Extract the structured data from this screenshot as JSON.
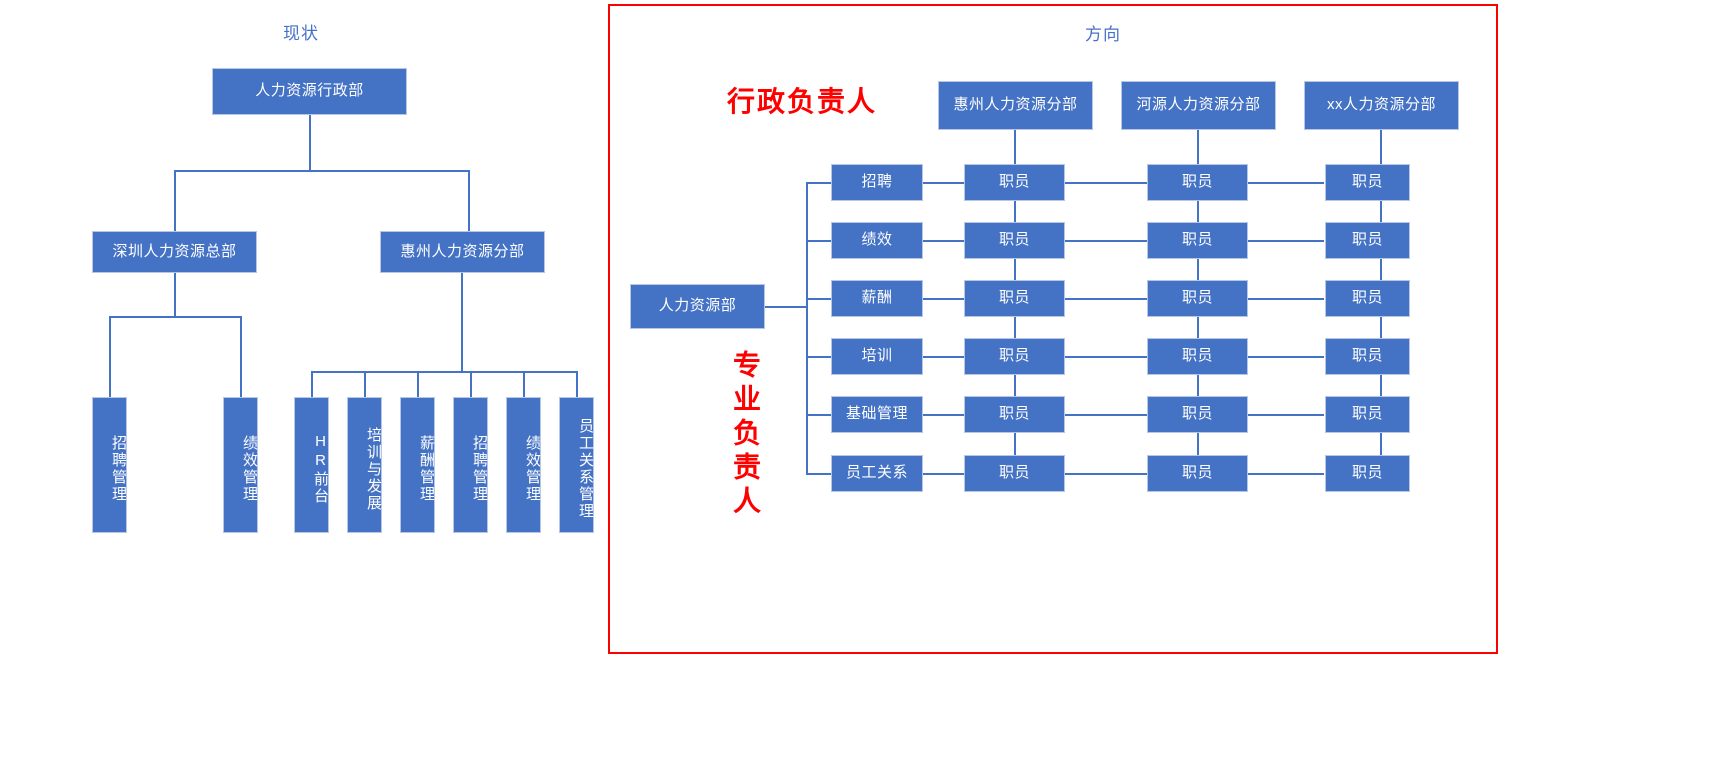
{
  "colors": {
    "node_fill": "#4472c4",
    "node_text": "#ffffff",
    "connector": "#4472c4",
    "title_text": "#4472c4",
    "highlight_border": "#ff0000",
    "highlight_text": "#ff0000",
    "canvas_background": "#ffffff"
  },
  "left_panel": {
    "title": "现状",
    "root": {
      "label": "人力资源行政部"
    },
    "level2": [
      {
        "label": "深圳人力资源总部"
      },
      {
        "label": "惠州人力资源分部"
      }
    ],
    "shenzhen_children": [
      {
        "label": "招聘管理"
      },
      {
        "label": "绩效管理"
      }
    ],
    "huizhou_children": [
      {
        "label": "HR前台"
      },
      {
        "label": "培训与发展"
      },
      {
        "label": "薪酬管理"
      },
      {
        "label": "招聘管理"
      },
      {
        "label": "绩效管理"
      },
      {
        "label": "员工关系管理"
      }
    ]
  },
  "right_panel": {
    "title": "方向",
    "admin_label": "行政负责人",
    "professional_label": "专业负责人",
    "root": {
      "label": "人力资源部"
    },
    "branches": [
      {
        "label": "惠州人力资源分部"
      },
      {
        "label": "河源人力资源分部"
      },
      {
        "label": "xx人力资源分部"
      }
    ],
    "functions": [
      {
        "label": "招聘"
      },
      {
        "label": "绩效"
      },
      {
        "label": "薪酬"
      },
      {
        "label": "培训"
      },
      {
        "label": "基础管理"
      },
      {
        "label": "员工关系"
      }
    ],
    "staff_label": "职员",
    "staff_grid": [
      [
        "职员",
        "职员",
        "职员"
      ],
      [
        "职员",
        "职员",
        "职员"
      ],
      [
        "职员",
        "职员",
        "职员"
      ],
      [
        "职员",
        "职员",
        "职员"
      ],
      [
        "职员",
        "职员",
        "职员"
      ],
      [
        "职员",
        "职员",
        "职员"
      ]
    ]
  }
}
